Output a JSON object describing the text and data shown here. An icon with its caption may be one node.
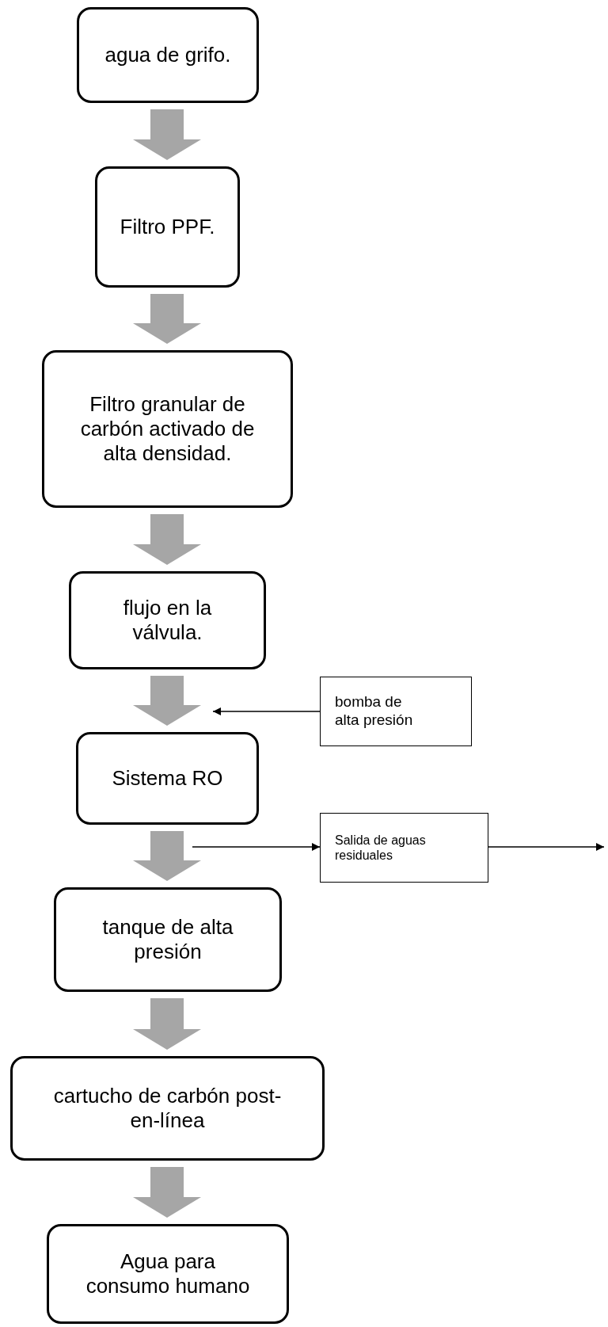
{
  "diagram": {
    "nodes": [
      {
        "text": [
          "agua de grifo."
        ]
      },
      {
        "text": [
          "Filtro PPF."
        ]
      },
      {
        "text": [
          "Filtro granular de carbón activado de alta densidad."
        ]
      },
      {
        "text": [
          "flujo en la válvula."
        ]
      },
      {
        "text": [
          "Sistema RO"
        ]
      },
      {
        "text": [
          "tanque de alta presión"
        ]
      },
      {
        "text": [
          "cartucho de carbón post-en-línea"
        ]
      },
      {
        "text": [
          "Agua para consumo humano"
        ]
      },
      {
        "text": [
          "bomba de alta presión"
        ]
      },
      {
        "text": [
          "Salida de aguas residuales"
        ]
      }
    ],
    "edges": [
      {
        "from": 0,
        "to": 1,
        "arrow": "to",
        "style": "thick"
      },
      {
        "from": 1,
        "to": 2,
        "arrow": "to",
        "style": "thick"
      },
      {
        "from": 2,
        "to": 3,
        "arrow": "to",
        "style": "thick"
      },
      {
        "from": 3,
        "to": 4,
        "arrow": "to",
        "style": "thick"
      },
      {
        "from": 4,
        "to": 5,
        "arrow": "to",
        "style": "thick"
      },
      {
        "from": 5,
        "to": 6,
        "arrow": "to",
        "style": "thick"
      },
      {
        "from": 6,
        "to": 7,
        "arrow": "to",
        "style": "thick"
      },
      {
        "from": 8,
        "to": 4,
        "arrow": "to",
        "color": "#000000"
      },
      {
        "from": null,
        "to": 9,
        "arrow": "to",
        "color": "#000000"
      },
      {
        "from": 9,
        "to": null,
        "arrow": "to",
        "color": "#000000"
      }
    ]
  }
}
